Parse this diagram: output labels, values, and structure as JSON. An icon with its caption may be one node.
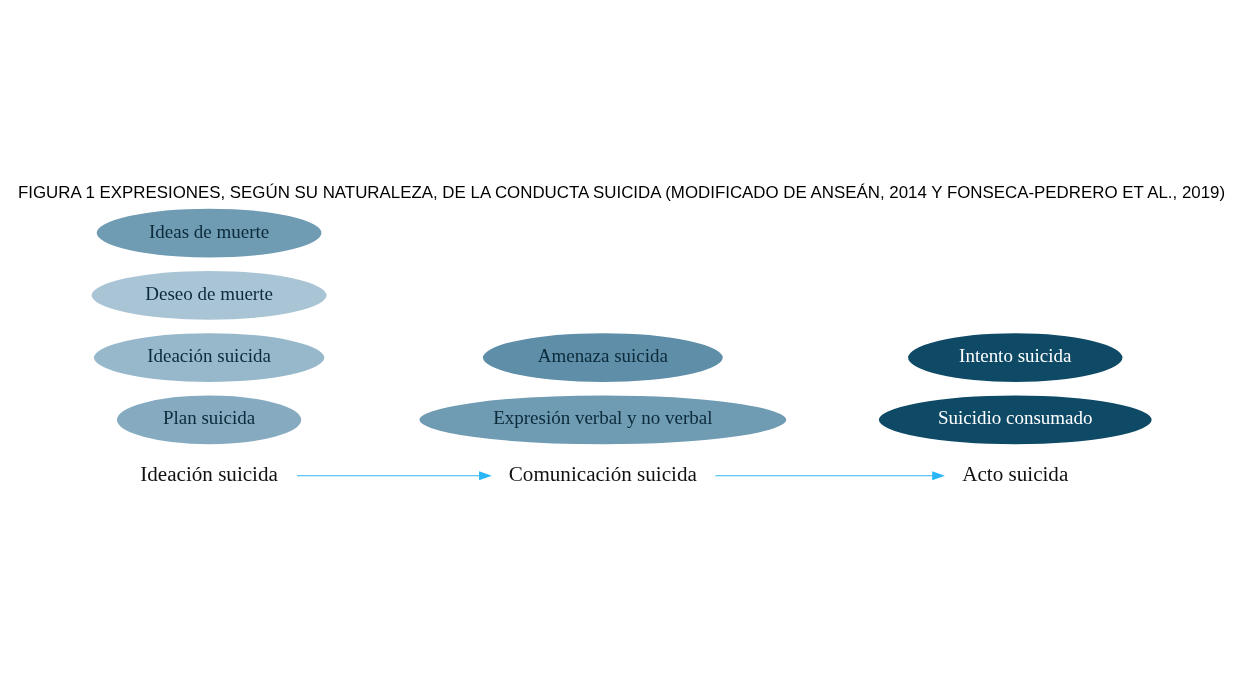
{
  "diagram": {
    "title": "FIGURA 1 EXPRESIONES, SEGÚN SU NATURALEZA, DE LA CONDUCTA SUICIDA (MODIFICADO DE ANSEÁN, 2014 Y FONSECA-PEDRERO ET AL., 2019)",
    "nodes": [
      {
        "text": [
          "Ideas de muerte"
        ]
      },
      {
        "text": [
          "Deseo de muerte"
        ]
      },
      {
        "text": [
          "Ideación suicida"
        ]
      },
      {
        "text": [
          "Plan suicida"
        ]
      },
      {
        "text": [
          "Amenaza suicida"
        ]
      },
      {
        "text": [
          "Expresión verbal y no verbal"
        ]
      },
      {
        "text": [
          "Intento suicida"
        ]
      },
      {
        "text": [
          "Suicidio consumado"
        ]
      },
      {
        "text": [
          "Ideación suicida"
        ]
      },
      {
        "text": [
          "Comunicación suicida"
        ]
      },
      {
        "text": [
          "Acto suicida"
        ]
      }
    ],
    "edges": [
      {
        "from": 8,
        "to": 9,
        "arrow": "to"
      },
      {
        "from": 9,
        "to": 10,
        "arrow": "to"
      }
    ]
  }
}
